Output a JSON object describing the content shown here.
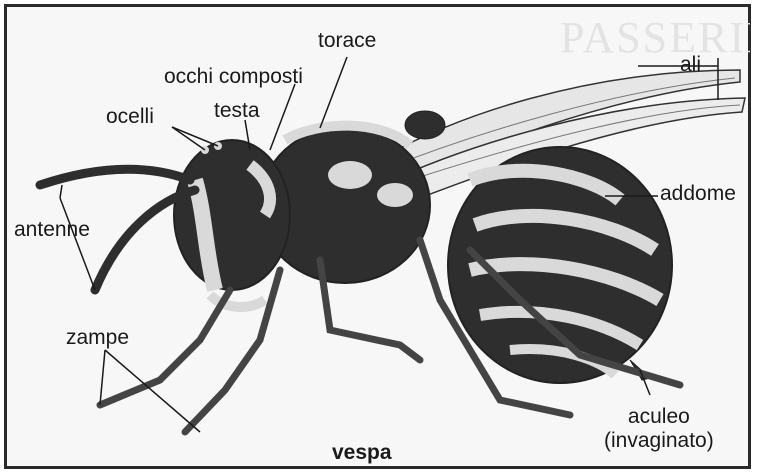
{
  "diagram": {
    "caption": "vespa",
    "labels": {
      "torace": "torace",
      "ali": "ali",
      "occhi_composti": "occhi composti",
      "ocelli": "ocelli",
      "testa": "testa",
      "addome": "addome",
      "antenne": "antenne",
      "zampe": "zampe",
      "aculeo_line1": "aculeo",
      "aculeo_line2": "(invaginato)"
    }
  },
  "colors": {
    "ink": "#1a1a1a",
    "frame": "#2a2a2a",
    "paper": "#f7f7f7",
    "dark_body": "#2e2e2e",
    "light_band": "#d9d9d9"
  }
}
